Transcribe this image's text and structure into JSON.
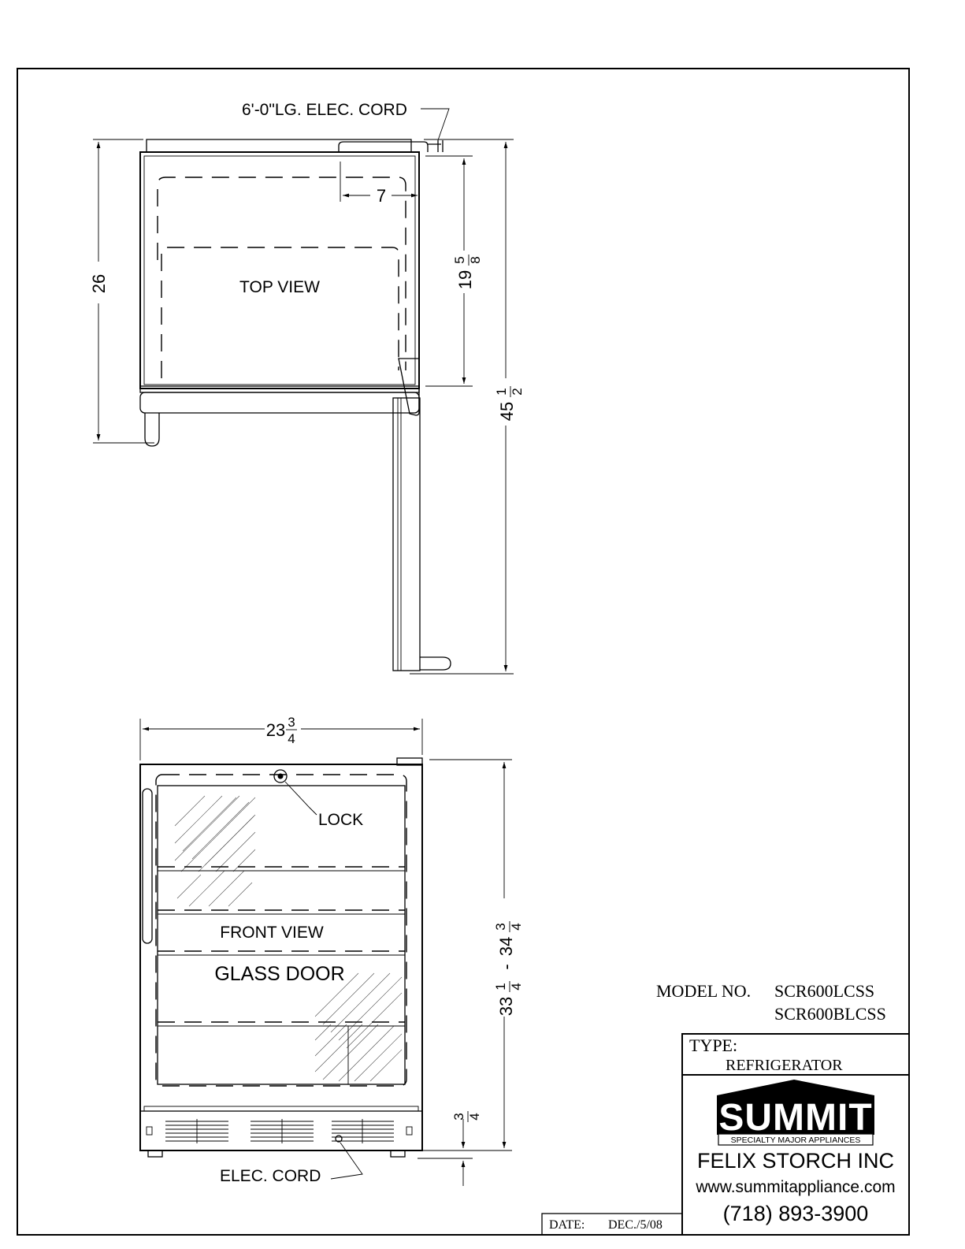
{
  "cord_top": "6'-0\"LG. ELEC. CORD",
  "top_view": {
    "label": "TOP VIEW",
    "dim_depth": "26",
    "dim_offset": "7",
    "dim_inner_whole": "19",
    "dim_inner_num": "5",
    "dim_inner_den": "8",
    "dim_open_whole": "45",
    "dim_open_num": "1",
    "dim_open_den": "2"
  },
  "front_view": {
    "label": "FRONT VIEW",
    "door_label": "GLASS DOOR",
    "lock_label": "LOCK",
    "cord_label": "ELEC. CORD",
    "dim_width_whole": "23",
    "dim_width_num": "3",
    "dim_width_den": "4",
    "dim_height_a_whole": "33",
    "dim_height_a_num": "1",
    "dim_height_a_den": "4",
    "dim_height_sep": "-",
    "dim_height_b_whole": "34",
    "dim_height_b_num": "3",
    "dim_height_b_den": "4",
    "dim_leg_num": "3",
    "dim_leg_den": "4"
  },
  "title_block": {
    "model_label": "MODEL NO.",
    "model_1": "SCR600LCSS",
    "model_2": "SCR600BLCSS",
    "type_label": "TYPE:",
    "type_value": "REFRIGERATOR",
    "logo_text": "SUMMIT",
    "logo_tagline": "SPECIALTY MAJOR APPLIANCES",
    "company": "FELIX STORCH INC",
    "website": "www.summitappliance.com",
    "phone": "(718) 893-3900",
    "date_label": "DATE:",
    "date_value": "DEC./5/08"
  }
}
